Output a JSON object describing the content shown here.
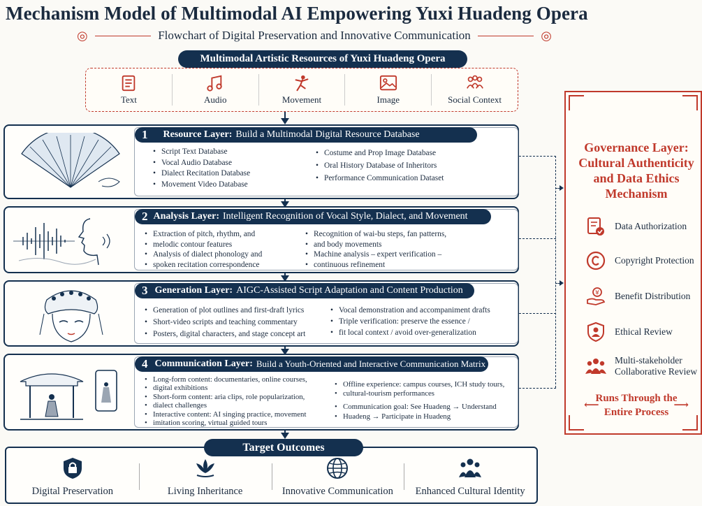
{
  "title": "Mechanism Model of Multimodal AI Empowering Yuxi Huadeng Opera",
  "subtitle": "Flowchart of Digital Preservation and Innovative Communication",
  "resources": {
    "title": "Multimodal Artistic Resources of Yuxi Huadeng Opera",
    "items": [
      {
        "label": "Text",
        "icon": "scroll-icon"
      },
      {
        "label": "Audio",
        "icon": "music-note-icon"
      },
      {
        "label": "Movement",
        "icon": "dancer-icon"
      },
      {
        "label": "Image",
        "icon": "image-icon"
      },
      {
        "label": "Social Context",
        "icon": "people-icon"
      }
    ]
  },
  "layers": [
    {
      "num": "1",
      "name": "Resource Layer:",
      "desc": "Build a Multimodal Digital Resource Database",
      "left_points": [
        "Script Text Database",
        "Vocal Audio Database",
        "Dialect Recitation Database",
        "Movement Video Database"
      ],
      "right_points": [
        "Costume and Prop Image Database",
        "Oral History Database of Inheritors",
        "Performance Communication Dataset"
      ]
    },
    {
      "num": "2",
      "name": "Analysis Layer:",
      "desc": "Intelligent Recognition of Vocal Style, Dialect, and Movement",
      "left_points": [
        "Extraction of pitch, rhythm, and",
        "melodic contour features",
        "Analysis of dialect phonology and",
        "spoken recitation correspondence"
      ],
      "right_points": [
        "Recognition of wai-bu steps, fan patterns,",
        "and body movements",
        "Machine analysis – expert verification –",
        "continuous refinement"
      ]
    },
    {
      "num": "3",
      "name": "Generation Layer:",
      "desc": "AIGC-Assisted Script Adaptation and Content Production",
      "left_points": [
        "Generation of plot outlines and first-draft lyrics",
        "Short-video scripts and teaching commentary",
        "Posters, digital characters, and stage concept art"
      ],
      "right_points": [
        "Vocal demonstration and accompaniment drafts",
        "Triple verification: preserve the essence /",
        "fit local context / avoid over-generalization"
      ]
    },
    {
      "num": "4",
      "name": "Communication Layer:",
      "desc": "Build a Youth-Oriented and Interactive Communication Matrix",
      "left_points": [
        "Long-form content: documentaries, online courses,",
        "digital exhibitions",
        "Short-form content: aria clips, role popularization,",
        "dialect challenges",
        "Interactive content: AI singing practice, movement",
        "imitation scoring, virtual guided tours"
      ],
      "right_points": [
        "Offline experience: campus courses, ICH study tours,",
        "cultural-tourism performances",
        "Communication goal: See Huadeng → Understand",
        "Huadeng → Participate in Huadeng"
      ]
    }
  ],
  "governance": {
    "title": "Governance Layer: Cultural Authenticity and Data Ethics Mechanism",
    "items": [
      {
        "label": "Data Authorization",
        "icon": "document-check-icon"
      },
      {
        "label": "Copyright Protection",
        "icon": "copyright-icon"
      },
      {
        "label": "Benefit Distribution",
        "icon": "hand-coin-icon"
      },
      {
        "label": "Ethical Review",
        "icon": "person-shield-icon"
      },
      {
        "label": "Multi-stakeholder Collaborative Review",
        "icon": "group-icon"
      }
    ],
    "footer": "Runs Through the Entire Process"
  },
  "outcomes": {
    "title": "Target Outcomes",
    "items": [
      {
        "label": "Digital Preservation",
        "icon": "lock-shield-icon"
      },
      {
        "label": "Living Inheritance",
        "icon": "lotus-icon"
      },
      {
        "label": "Innovative Communication",
        "icon": "globe-icon"
      },
      {
        "label": "Enhanced Cultural Identity",
        "icon": "community-icon"
      }
    ]
  },
  "colors": {
    "navy": "#14304f",
    "red": "#c0392b"
  }
}
